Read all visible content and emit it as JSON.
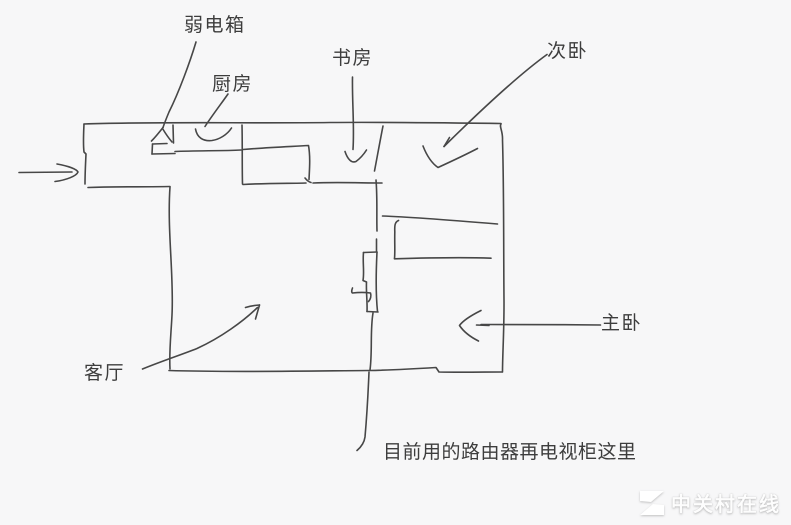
{
  "diagram": {
    "labels": {
      "weak_box": "弱电箱",
      "kitchen": "厨房",
      "study": "书房",
      "second_bedroom": "次卧",
      "master_bedroom": "主卧",
      "living_room": "客厅",
      "router_note": "目前用的路由器再电视柜这里"
    },
    "icons": [
      "entrance-arrow-icon",
      "weak-box-symbol",
      "kitchen-check-mark",
      "study-check-mark",
      "second-bedroom-check-mark",
      "master-bedroom-arrowhead",
      "living-room-arrow",
      "tv-cabinet-arrow-icon",
      "zol-z-logo"
    ],
    "colors": {
      "background": "#f7f7f8",
      "ink": "#474747",
      "label_text": "#3d3d3d",
      "watermark_text": "#fdfdfd"
    }
  },
  "watermark": {
    "text": "中关村在线"
  }
}
